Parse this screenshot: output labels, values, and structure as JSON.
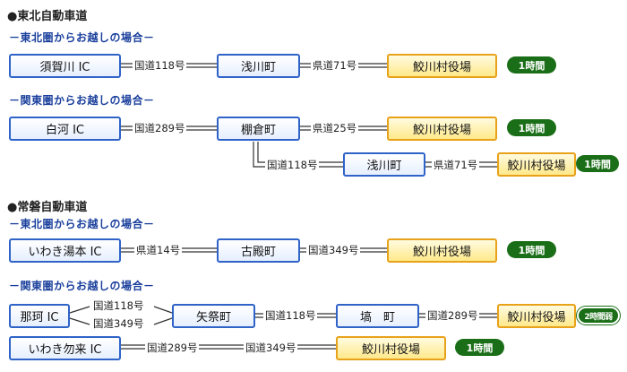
{
  "section1": {
    "title": "●東北自動車道",
    "sub1": "－東北圏からお越しの場合－",
    "sub2": "－関東圏からお越しの場合－",
    "row1": {
      "start": "須賀川 IC",
      "road1": "国道118号",
      "mid": "浅川町",
      "road2": "県道71号",
      "dest": "鮫川村役場",
      "time": "1時間"
    },
    "row2": {
      "start": "白河 IC",
      "road1": "国道289号",
      "mid": "棚倉町",
      "road2": "県道25号",
      "dest": "鮫川村役場",
      "time": "1時間"
    },
    "row3": {
      "road1": "国道118号",
      "mid": "浅川町",
      "road2": "県道71号",
      "dest": "鮫川村役場",
      "time": "1時間"
    }
  },
  "section2": {
    "title": "●常磐自動車道",
    "sub1": "－東北圏からお越しの場合－",
    "sub2": "－関東圏からお越しの場合－",
    "row1": {
      "start": "いわき湯本 IC",
      "road1": "県道14号",
      "mid": "古殿町",
      "road2": "国道349号",
      "dest": "鮫川村役場",
      "time": "1時間"
    },
    "row2": {
      "start": "那珂 IC",
      "road1a": "国道118号",
      "road1b": "国道349号",
      "mid": "矢祭町",
      "road2": "国道118号",
      "mid2": "塙　町",
      "road3": "国道289号",
      "dest": "鮫川村役場",
      "time": "2時間弱"
    },
    "row3": {
      "start": "いわき勿来 IC",
      "road1": "国道289号",
      "road2": "国道349号",
      "dest": "鮫川村役場",
      "time": "1時間"
    }
  },
  "colors": {
    "blue_border": "#2f63c8",
    "dest_border": "#e8a21a",
    "time_badge": "#1a6e17",
    "sub_text": "#1a3f9c"
  }
}
